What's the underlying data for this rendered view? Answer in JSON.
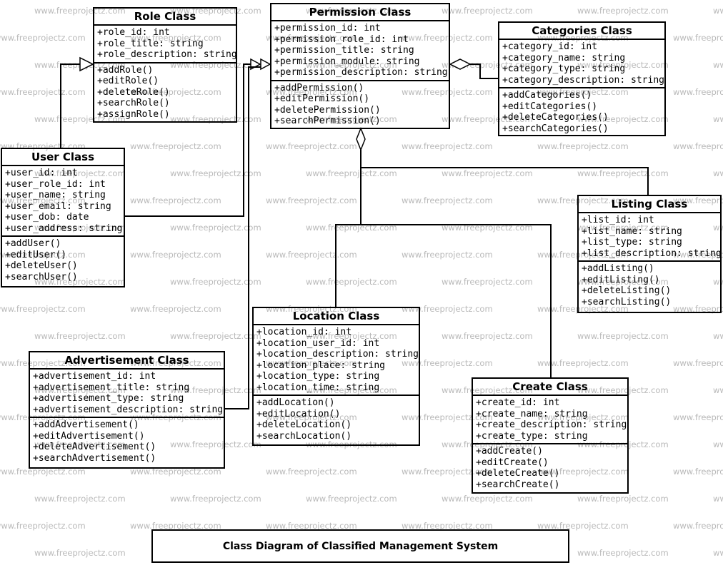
{
  "diagram_title": "Class Diagram of Classified Management System",
  "watermark": {
    "text": "www.freeprojectz.com"
  },
  "classes": [
    {
      "title": "Role Class",
      "attributes": [
        "+role_id: int",
        "+role_title: string",
        "+role_description: string"
      ],
      "methods": [
        "+addRole()",
        "+editRole()",
        "+deleteRole()",
        "+searchRole()",
        "+assignRole()"
      ]
    },
    {
      "title": "Permission Class",
      "attributes": [
        "+permission_id: int",
        "+permission_role_id: int",
        "+permission_title: string",
        "+permission_module: string",
        "+permission_description: string"
      ],
      "methods": [
        "+addPermission()",
        "+editPermission()",
        "+deletePermission()",
        "+searchPermission()"
      ]
    },
    {
      "title": "Categories Class",
      "attributes": [
        "+category_id: int",
        "+category_name: string",
        "+category_type: string",
        "+category_description: string"
      ],
      "methods": [
        "+addCategories()",
        "+editCategories()",
        "+deleteCategories()",
        "+searchCategories()"
      ]
    },
    {
      "title": "User Class",
      "attributes": [
        "+user_id: int",
        "+user_role_id: int",
        "+user_name: string",
        "+user_email: string",
        "+user_dob: date",
        "+user_address: string"
      ],
      "methods": [
        "+addUser()",
        "+editUser()",
        "+deleteUser()",
        "+searchUser()"
      ]
    },
    {
      "title": "Listing Class",
      "attributes": [
        "+list_id: int",
        "+list_name: string",
        "+list_type: string",
        "+list_description: string"
      ],
      "methods": [
        "+addListing()",
        "+editListing()",
        "+deleteListing()",
        "+searchListing()"
      ]
    },
    {
      "title": "Location Class",
      "attributes": [
        "+location_id: int",
        "+location_user_id: int",
        "+location_description: string",
        "+location_place: string",
        "+location_type: string",
        "+location_time: string"
      ],
      "methods": [
        "+addLocation()",
        "+editLocation()",
        "+deleteLocation()",
        "+searchLocation()"
      ]
    },
    {
      "title": "Advertisement Class",
      "attributes": [
        "+advertisement_id: int",
        "+advertisement_title: string",
        "+advertisement_type: string",
        "+advertisement_description: string"
      ],
      "methods": [
        "+addAdvertisement()",
        "+editAdvertisement()",
        "+deleteAdvertisement()",
        "+searchAdvertisement()"
      ]
    },
    {
      "title": "Create Class",
      "attributes": [
        "+create_id: int",
        "+create_name: string",
        "+create_description: string",
        "+create_type: string"
      ],
      "methods": [
        "+addCreate()",
        "+editCreate()",
        "+deleteCreate()",
        "+searchCreate()"
      ]
    }
  ],
  "colors": {
    "line": "#000000",
    "background": "#ffffff",
    "watermark": "#b9b9b9"
  }
}
